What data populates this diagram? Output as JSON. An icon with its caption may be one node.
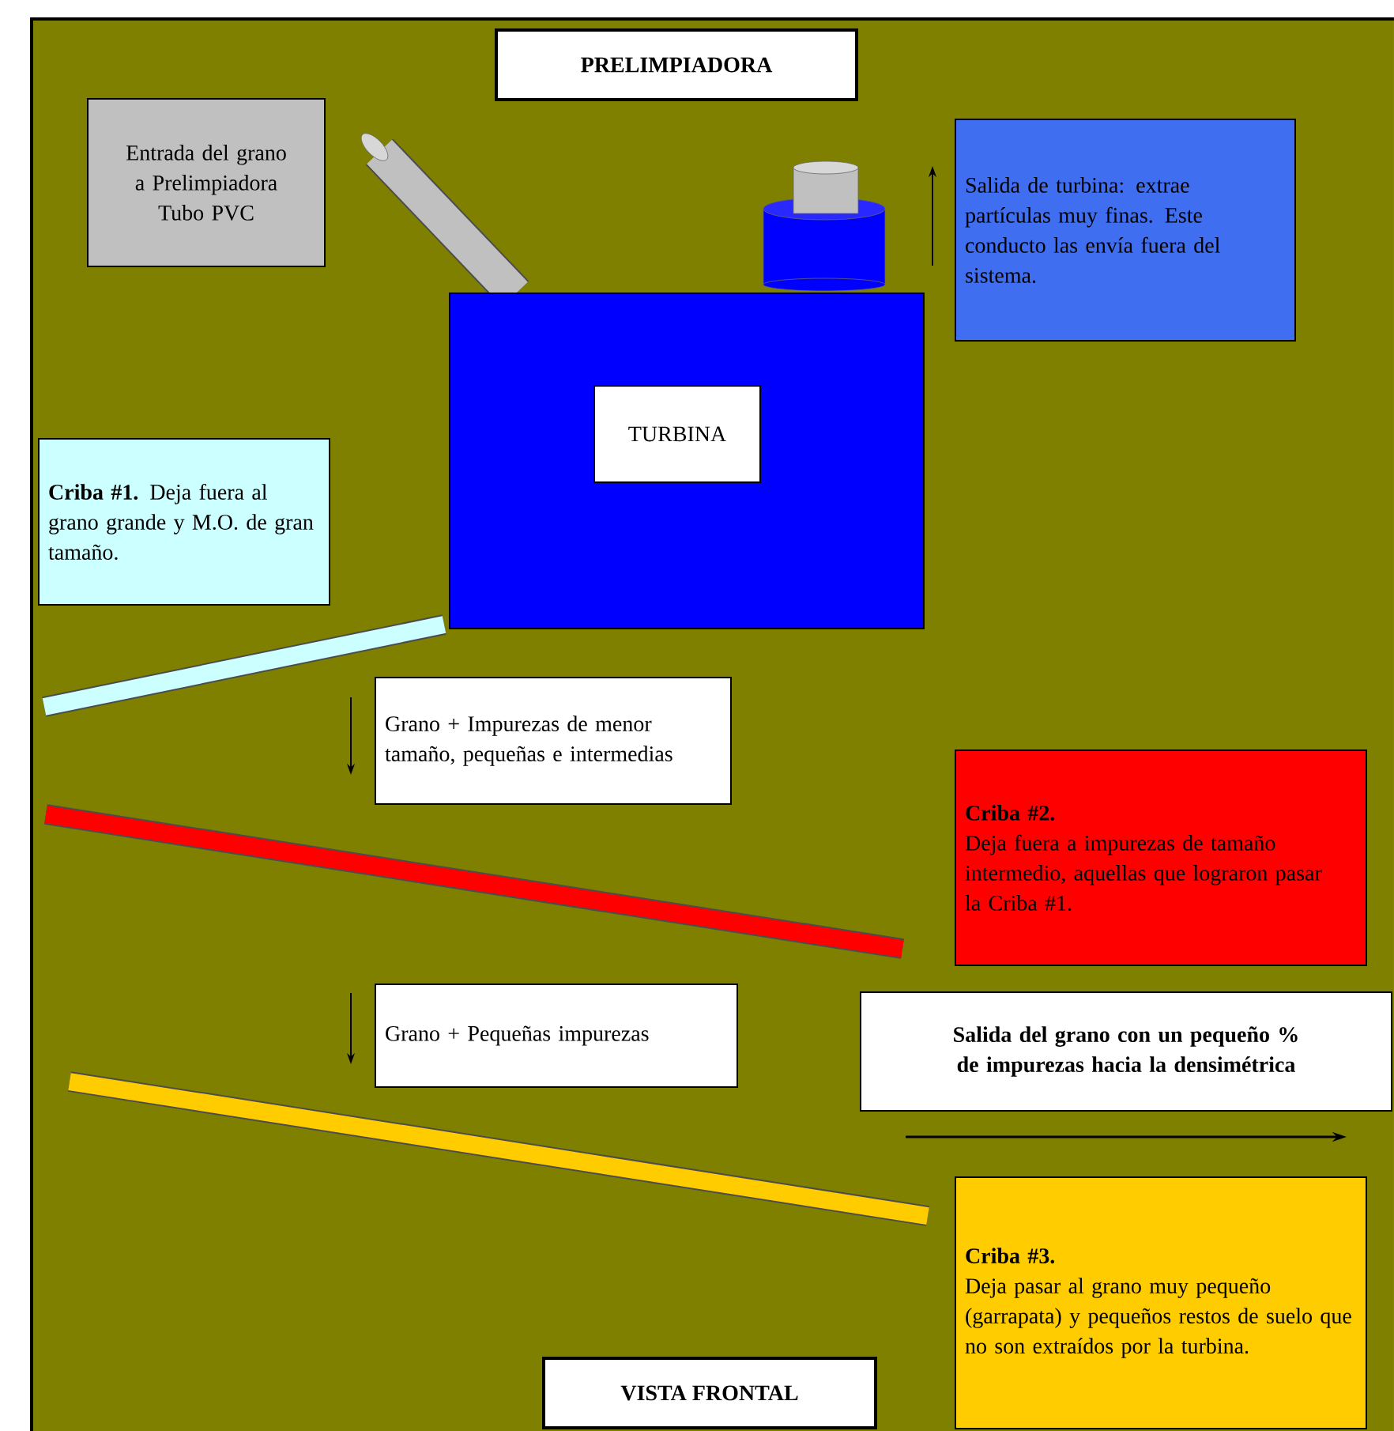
{
  "diagram": {
    "title": "PRELIMPIADORA",
    "caption": "VISTA FRONTAL",
    "nodes": [
      {
        "text": [
          "Entrada del grano a Prelimpiadora Tubo PVC"
        ]
      },
      {
        "text": [],
        "shape": "box"
      },
      {
        "text": [
          "TURBINA"
        ],
        "in": 1
      },
      {
        "text": [
          "Salida de turbina: extrae partículas muy finas. Este conducto las envía fuera del sistema."
        ]
      },
      {
        "text": [
          "**Criba #1.**  Deja fuera al grano grande y M.O. de gran tamaño."
        ]
      },
      {
        "text": [
          "Grano + Impurezas de menor tamaño, pequeñas e intermedias"
        ]
      },
      {
        "text": [
          "Criba #2.",
          "Deja fuera a impurezas de tamaño intermedio, aquellas que lograron pasar la Criba #1."
        ]
      },
      {
        "text": [
          "Grano + Pequeñas impurezas"
        ]
      },
      {
        "text": [
          "Salida del grano con un pequeño % de impurezas hacia la densimétrica"
        ]
      },
      {
        "text": [
          "Criba #3.",
          "Deja pasar al grano muy pequeño (garrapata) y pequeños restos de suelo que no son extraídos por la turbina."
        ]
      }
    ]
  }
}
